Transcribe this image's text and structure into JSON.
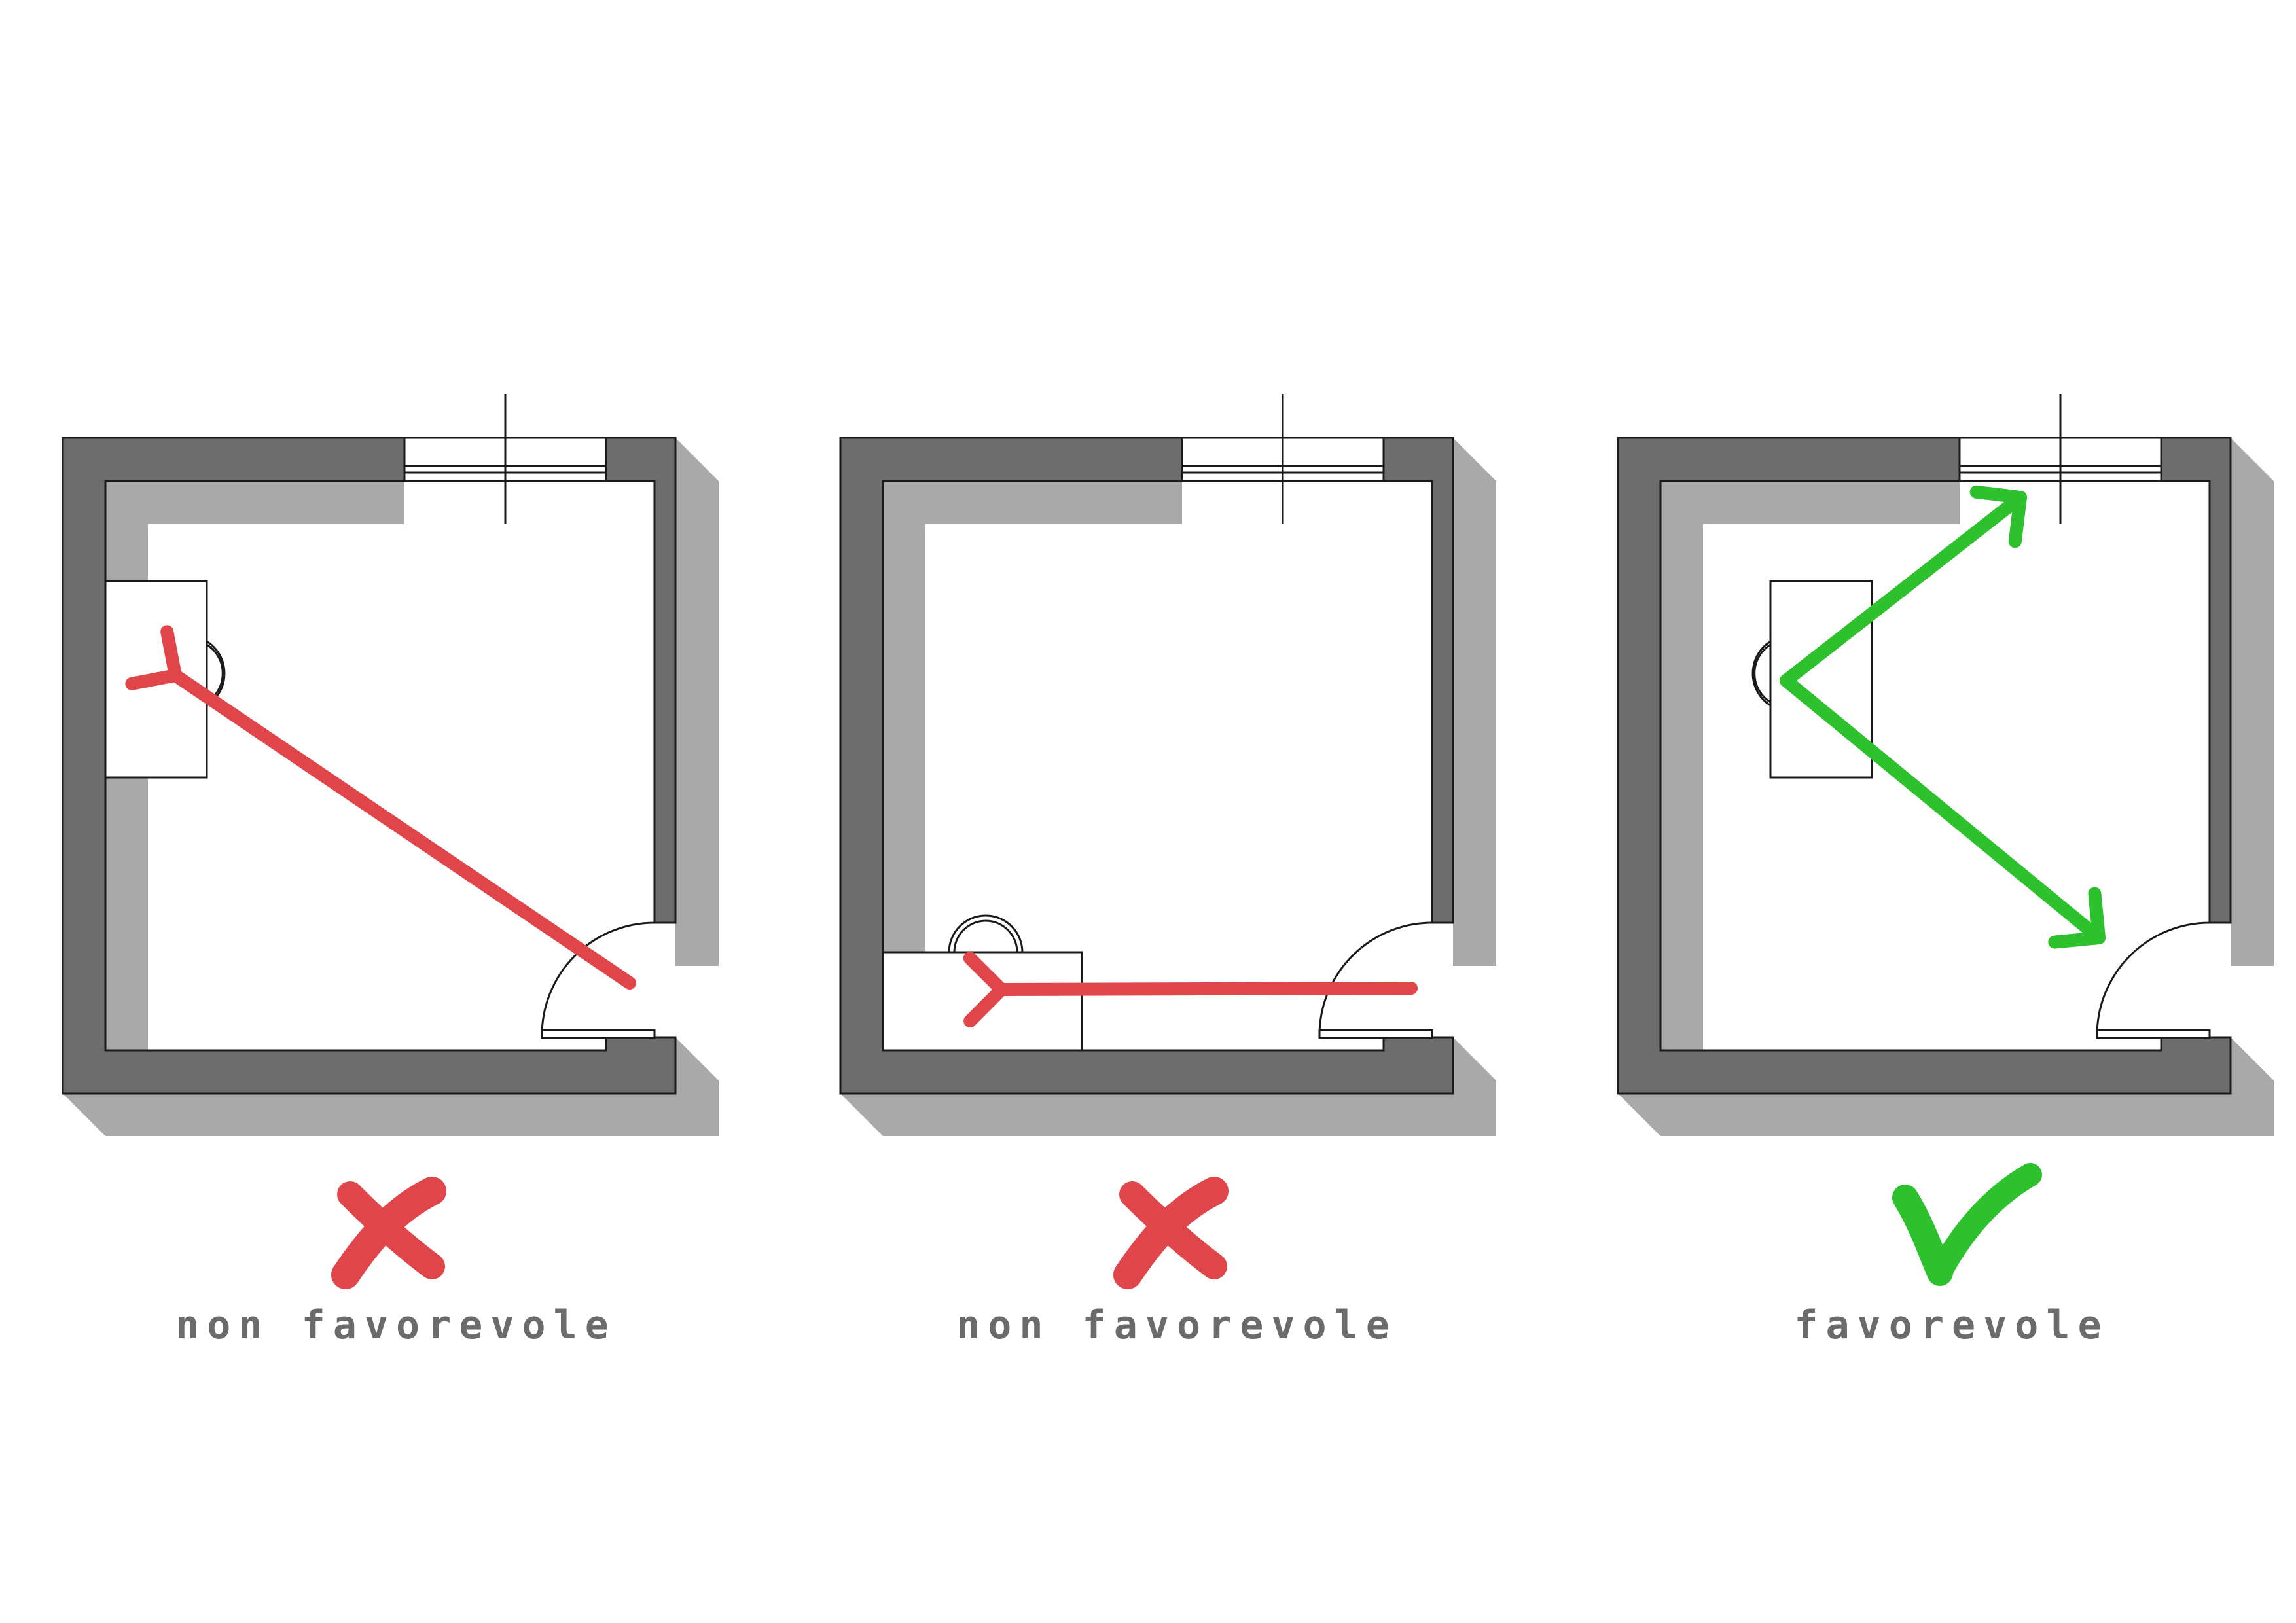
{
  "colors": {
    "wall": "#6e6d6e",
    "shadow": "#a9a9a9",
    "outline": "#1a1a1a",
    "bad": "#e0454a",
    "good": "#2dc12d",
    "label": "#6b6b6b"
  },
  "panels": [
    {
      "verdict": "bad",
      "label": "non favorevole",
      "icon": "cross-mark-icon"
    },
    {
      "verdict": "bad",
      "label": "non favorevole",
      "icon": "cross-mark-icon"
    },
    {
      "verdict": "good",
      "label": "favorevole",
      "icon": "check-mark-icon"
    }
  ]
}
